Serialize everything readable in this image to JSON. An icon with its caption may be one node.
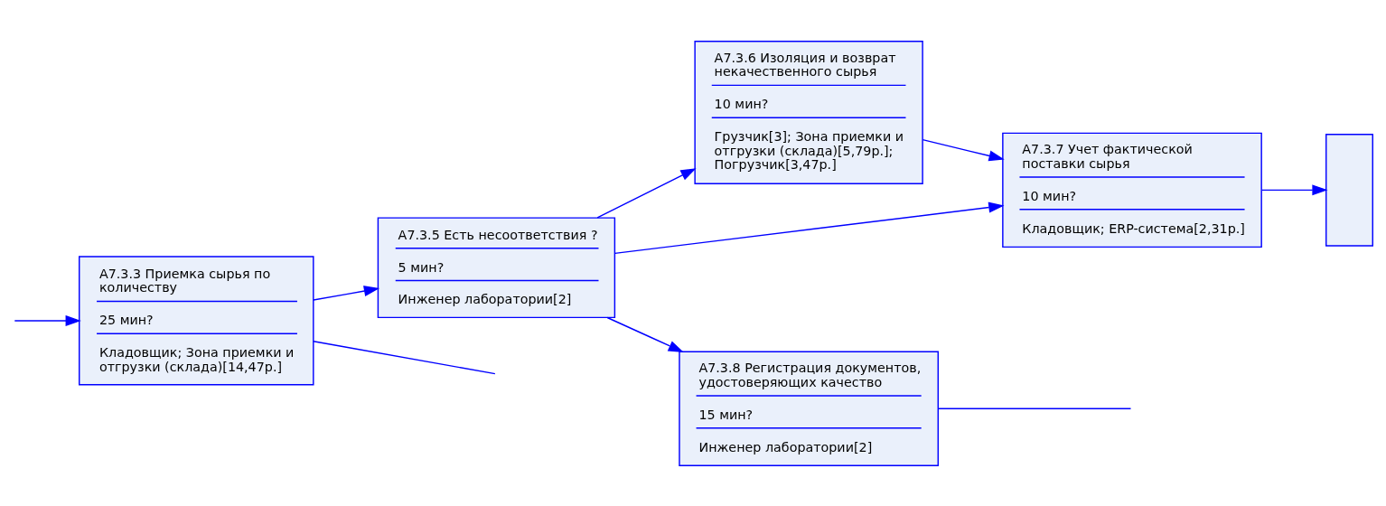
{
  "diagram": {
    "nodes": [
      {
        "text": [
          "A7.3.3 Приемка сырья по количеству",
          "25 мин?",
          "Кладовщик; Зона приемки и отгрузки (склада)[14,47р.]"
        ]
      },
      {
        "text": [
          "A7.3.5 Есть несоответствия ?",
          "5 мин?",
          "Инженер лаборатории[2]"
        ]
      },
      {
        "text": [
          "A7.3.6 Изоляция и возврат некачественного сырья",
          "10 мин?",
          "Грузчик[3]; Зона приемки и отгрузки (склада)[5,79р.]; Погрузчик[3,47р.]"
        ]
      },
      {
        "text": [
          "A7.3.7 Учет фактической поставки сырья",
          "10 мин?",
          "Кладовщик; ERP-система[2,31р.]"
        ]
      },
      {
        "text": [
          "A7.3.8 Регистрация документов, удостоверяющих качество",
          "15 мин?",
          "Инженер лаборатории[2]"
        ]
      },
      {
        "text": [],
        "shape": "box"
      }
    ],
    "edges": [
      {
        "from": 0,
        "to": null,
        "arrow": "none"
      },
      {
        "from": null,
        "to": 0,
        "arrow": "to"
      },
      {
        "from": 0,
        "to": 1,
        "arrow": "to"
      },
      {
        "from": 1,
        "to": 2,
        "arrow": "to"
      },
      {
        "from": 1,
        "to": 3,
        "arrow": "to"
      },
      {
        "from": 1,
        "to": 4,
        "arrow": "to"
      },
      {
        "from": 2,
        "to": 3,
        "arrow": "to"
      },
      {
        "from": 3,
        "to": 5,
        "arrow": "to"
      },
      {
        "from": 4,
        "to": null,
        "arrow": "none"
      }
    ]
  }
}
